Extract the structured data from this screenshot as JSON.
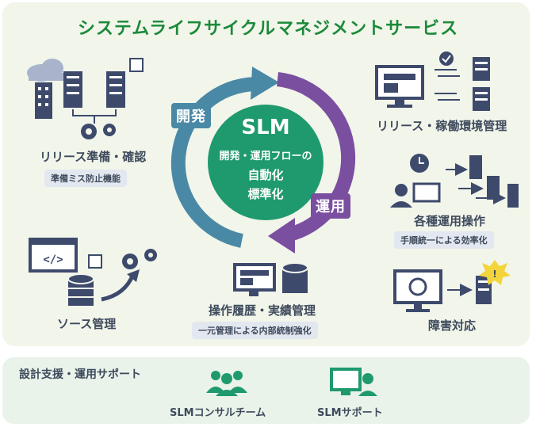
{
  "title": "システムライフサイクルマネジメントサービス",
  "center": {
    "acronym": "SLM",
    "line1": "開発・運用フローの",
    "line2": "自動化",
    "line3": "標準化"
  },
  "tags": {
    "dev": "開発",
    "ops": "運用"
  },
  "items": {
    "release_prep": {
      "label": "リリース準備・確認",
      "sub": "準備ミス防止機能"
    },
    "release_env": {
      "label": "リリース・稼働環境管理"
    },
    "ops_tasks": {
      "label": "各種運用操作",
      "sub": "手順統一による効率化"
    },
    "source": {
      "label": "ソース管理"
    },
    "history": {
      "label": "操作履歴・実績管理",
      "sub": "一元管理による内部統制強化"
    },
    "incident": {
      "label": "障害対応"
    }
  },
  "support": {
    "heading": "設計支援・運用サポート",
    "consult": "SLMコンサルチーム",
    "support": "SLMサポート"
  },
  "colors": {
    "green": "#1b8a3a",
    "teal": "#4a89a6",
    "purple": "#7a4fa0",
    "navy": "#3d4a6c"
  }
}
